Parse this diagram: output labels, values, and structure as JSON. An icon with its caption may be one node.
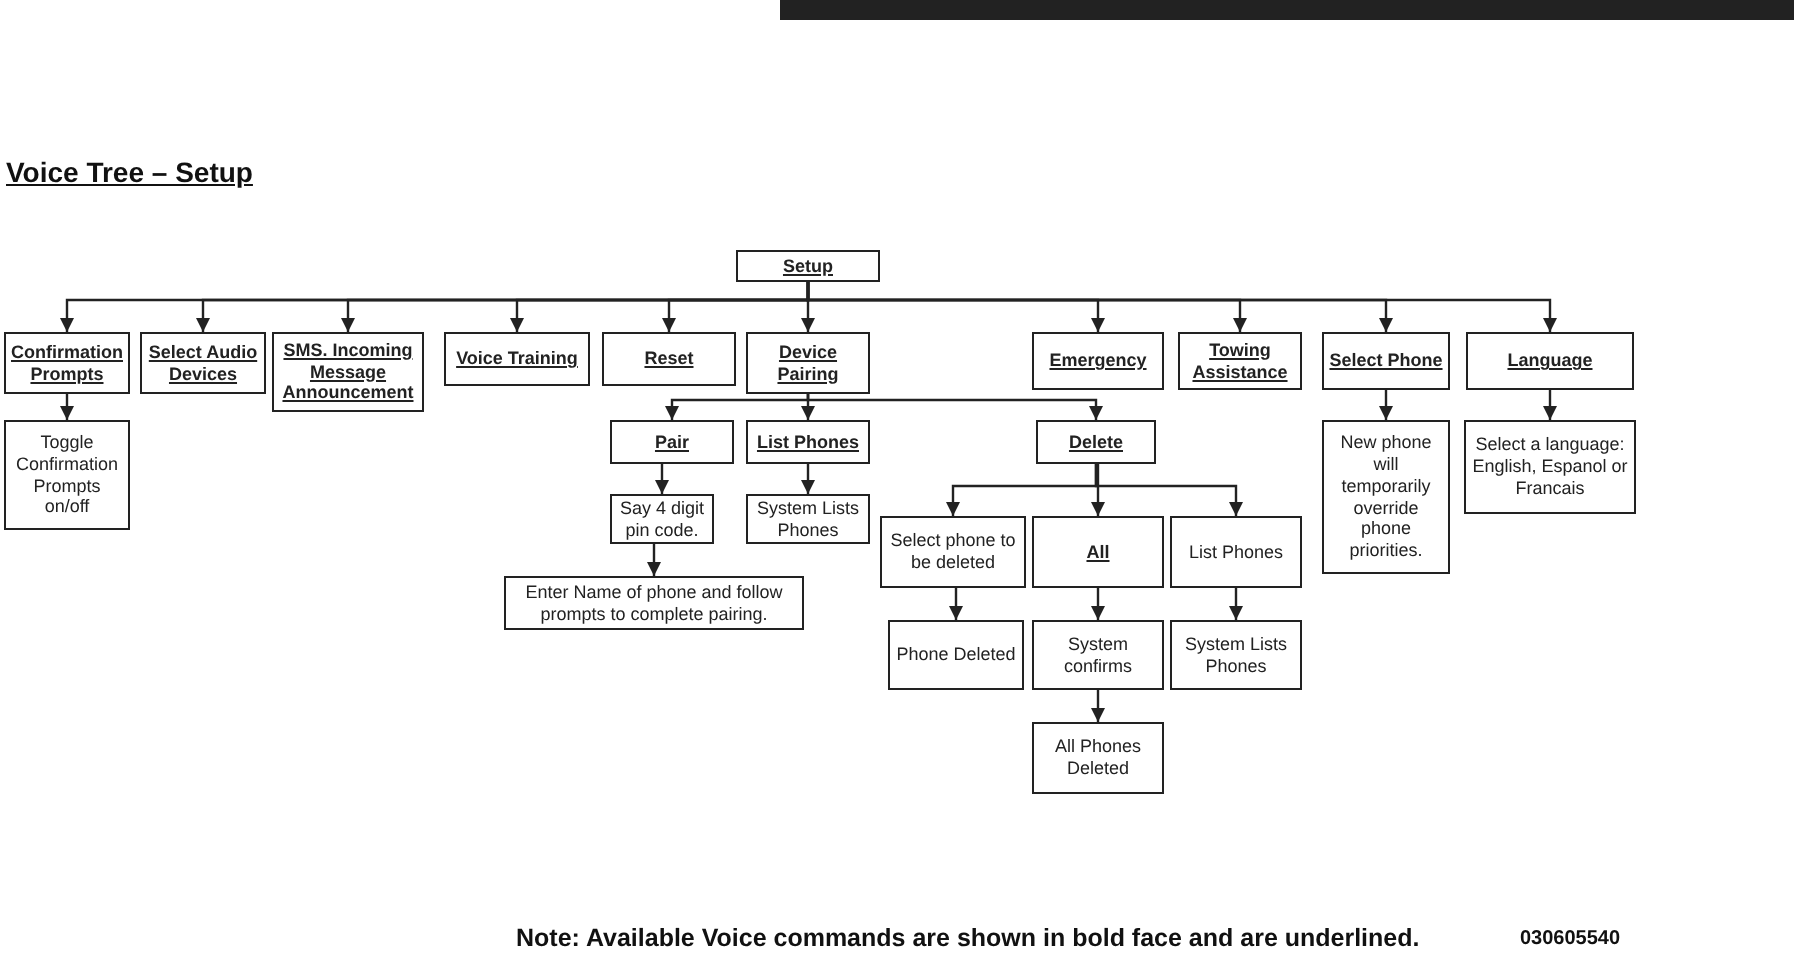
{
  "diagram": {
    "title": "Voice Tree – Setup",
    "nodes": [
      {
        "text": [
          "Setup"
        ]
      },
      {
        "text": [
          "Confirmation Prompts"
        ]
      },
      {
        "text": [
          "Select Audio Devices"
        ]
      },
      {
        "text": [
          "SMS. Incoming Message Announcement"
        ]
      },
      {
        "text": [
          "Voice Training"
        ]
      },
      {
        "text": [
          "Reset"
        ]
      },
      {
        "text": [
          "Device Pairing"
        ]
      },
      {
        "text": [
          "Emergency"
        ]
      },
      {
        "text": [
          "Towing Assistance"
        ]
      },
      {
        "text": [
          "Select Phone"
        ]
      },
      {
        "text": [
          "Language"
        ]
      },
      {
        "text": [
          "Toggle Confirmation Prompts on/off"
        ]
      },
      {
        "text": [
          "Pair"
        ]
      },
      {
        "text": [
          "List Phones"
        ]
      },
      {
        "text": [
          "Delete"
        ]
      },
      {
        "text": [
          "New phone will temporarily override phone priorities."
        ]
      },
      {
        "text": [
          "Select a language: English, Espanol or Francais"
        ]
      },
      {
        "text": [
          "Say 4 digit pin code."
        ]
      },
      {
        "text": [
          "System Lists Phones"
        ]
      },
      {
        "text": [
          "Enter Name of phone and follow prompts to complete pairing."
        ]
      },
      {
        "text": [
          "Select phone to be deleted"
        ]
      },
      {
        "text": [
          "All"
        ]
      },
      {
        "text": [
          "List Phones"
        ]
      },
      {
        "text": [
          "Phone Deleted"
        ]
      },
      {
        "text": [
          "System confirms"
        ]
      },
      {
        "text": [
          "System Lists Phones"
        ]
      },
      {
        "text": [
          "All Phones Deleted"
        ]
      }
    ],
    "edges": [
      {
        "from": 0,
        "to": 1,
        "arrow": "to"
      },
      {
        "from": 0,
        "to": 2,
        "arrow": "to"
      },
      {
        "from": 0,
        "to": 3,
        "arrow": "to"
      },
      {
        "from": 0,
        "to": 4,
        "arrow": "to"
      },
      {
        "from": 0,
        "to": 5,
        "arrow": "to"
      },
      {
        "from": 0,
        "to": 6,
        "arrow": "to"
      },
      {
        "from": 0,
        "to": 7,
        "arrow": "to"
      },
      {
        "from": 0,
        "to": 8,
        "arrow": "to"
      },
      {
        "from": 0,
        "to": 9,
        "arrow": "to"
      },
      {
        "from": 0,
        "to": 10,
        "arrow": "to"
      },
      {
        "from": 1,
        "to": 11,
        "arrow": "to"
      },
      {
        "from": 6,
        "to": 12,
        "arrow": "to"
      },
      {
        "from": 6,
        "to": 13,
        "arrow": "to"
      },
      {
        "from": 6,
        "to": 14,
        "arrow": "to"
      },
      {
        "from": 9,
        "to": 15,
        "arrow": "to"
      },
      {
        "from": 10,
        "to": 16,
        "arrow": "to"
      },
      {
        "from": 12,
        "to": 17,
        "arrow": "to"
      },
      {
        "from": 13,
        "to": 18,
        "arrow": "to"
      },
      {
        "from": 17,
        "to": 19,
        "arrow": "to"
      },
      {
        "from": 14,
        "to": 20,
        "arrow": "to"
      },
      {
        "from": 14,
        "to": 21,
        "arrow": "to"
      },
      {
        "from": 14,
        "to": 22,
        "arrow": "to"
      },
      {
        "from": 20,
        "to": 23,
        "arrow": "to"
      },
      {
        "from": 21,
        "to": 24,
        "arrow": "to"
      },
      {
        "from": 22,
        "to": 25,
        "arrow": "to"
      },
      {
        "from": 24,
        "to": 26,
        "arrow": "to"
      }
    ],
    "labels": [
      "Note: Available Voice commands are shown in bold face and are underlined.",
      "030605540"
    ]
  }
}
